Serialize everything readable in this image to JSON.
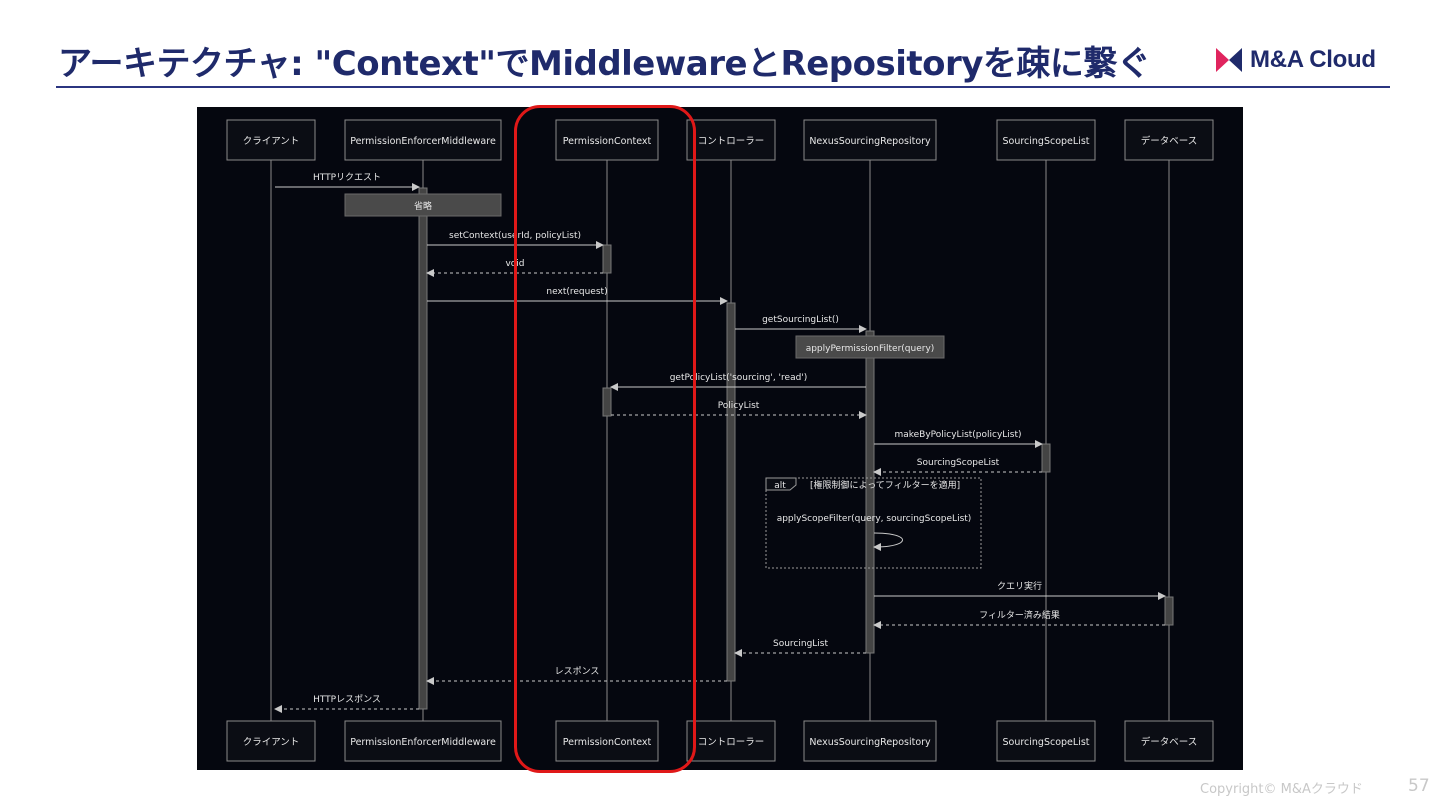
{
  "slide": {
    "title": "アーキテクチャ: \"Context\"でMiddlewareとRepositoryを疎に繋ぐ",
    "logo_text": "M&A Cloud",
    "copyright": "Copyright© M&Aクラウド",
    "page_number": "57"
  },
  "colors": {
    "title": "#1f2a6b",
    "diagram_background": "#05070f",
    "highlight": "#e01818",
    "logo_mark": "#e0245e"
  },
  "diagram": {
    "participants": [
      "クライアント",
      "PermissionEnforcerMiddleware",
      "PermissionContext",
      "コントローラー",
      "NexusSourcingRepository",
      "SourcingScopeList",
      "データベース"
    ],
    "notes": [
      {
        "over": 1,
        "text": "省略"
      },
      {
        "over": 4,
        "text": "applyPermissionFilter(query)"
      }
    ],
    "messages": [
      {
        "from": 0,
        "to": 1,
        "label": "HTTPリクエスト",
        "style": "solid"
      },
      {
        "from": 1,
        "to": 2,
        "label": "setContext(userId, policyList)",
        "style": "solid"
      },
      {
        "from": 2,
        "to": 1,
        "label": "void",
        "style": "dashed"
      },
      {
        "from": 1,
        "to": 3,
        "label": "next(request)",
        "style": "solid"
      },
      {
        "from": 3,
        "to": 4,
        "label": "getSourcingList()",
        "style": "solid"
      },
      {
        "from": 4,
        "to": 2,
        "label": "getPolicyList('sourcing', 'read')",
        "style": "solid"
      },
      {
        "from": 2,
        "to": 4,
        "label": "PolicyList",
        "style": "dashed"
      },
      {
        "from": 4,
        "to": 5,
        "label": "makeByPolicyList(policyList)",
        "style": "solid"
      },
      {
        "from": 5,
        "to": 4,
        "label": "SourcingScopeList",
        "style": "dashed"
      },
      {
        "from": 4,
        "to": 4,
        "label": "applyScopeFilter(query, sourcingScopeList)",
        "style": "solid"
      },
      {
        "from": 4,
        "to": 6,
        "label": "クエリ実行",
        "style": "solid"
      },
      {
        "from": 6,
        "to": 4,
        "label": "フィルター済み結果",
        "style": "dashed"
      },
      {
        "from": 4,
        "to": 3,
        "label": "SourcingList",
        "style": "dashed"
      },
      {
        "from": 3,
        "to": 1,
        "label": "レスポンス",
        "style": "dashed"
      },
      {
        "from": 1,
        "to": 0,
        "label": "HTTPレスポンス",
        "style": "dashed"
      }
    ],
    "alt_fragment": {
      "keyword": "alt",
      "condition": "[権限制御によってフィルターを適用]"
    }
  }
}
